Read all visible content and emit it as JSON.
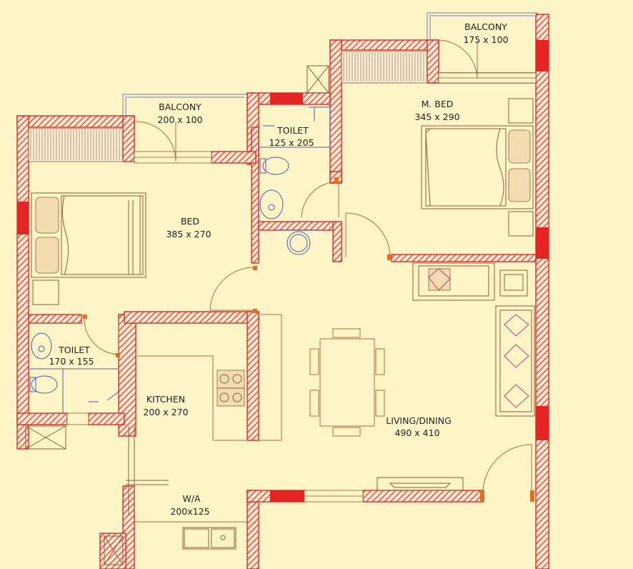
{
  "rooms": [
    {
      "id": "balcony-top-right",
      "name": "BALCONY",
      "size": "175 x 100"
    },
    {
      "id": "master-bed",
      "name": "M. BED",
      "size": "345 x 290"
    },
    {
      "id": "balcony-left",
      "name": "BALCONY",
      "size": "200 x 100"
    },
    {
      "id": "toilet-top",
      "name": "TOILET",
      "size": "125 x 205"
    },
    {
      "id": "bed",
      "name": "BED",
      "size": "385 x 270"
    },
    {
      "id": "toilet-left",
      "name": "TOILET",
      "size": "170 x 155"
    },
    {
      "id": "kitchen",
      "name": "KITCHEN",
      "size": "200 x 270"
    },
    {
      "id": "living-dining",
      "name": "LIVING/DINING",
      "size": "490 x 410"
    },
    {
      "id": "wash-area",
      "name": "W/A",
      "size": "200x125"
    }
  ],
  "colors": {
    "background": "#fdf5c8",
    "wall_outline": "#e02828",
    "window": "#e52424",
    "furniture": "#8a5a3a",
    "sanitary": "#4a5aa8"
  }
}
